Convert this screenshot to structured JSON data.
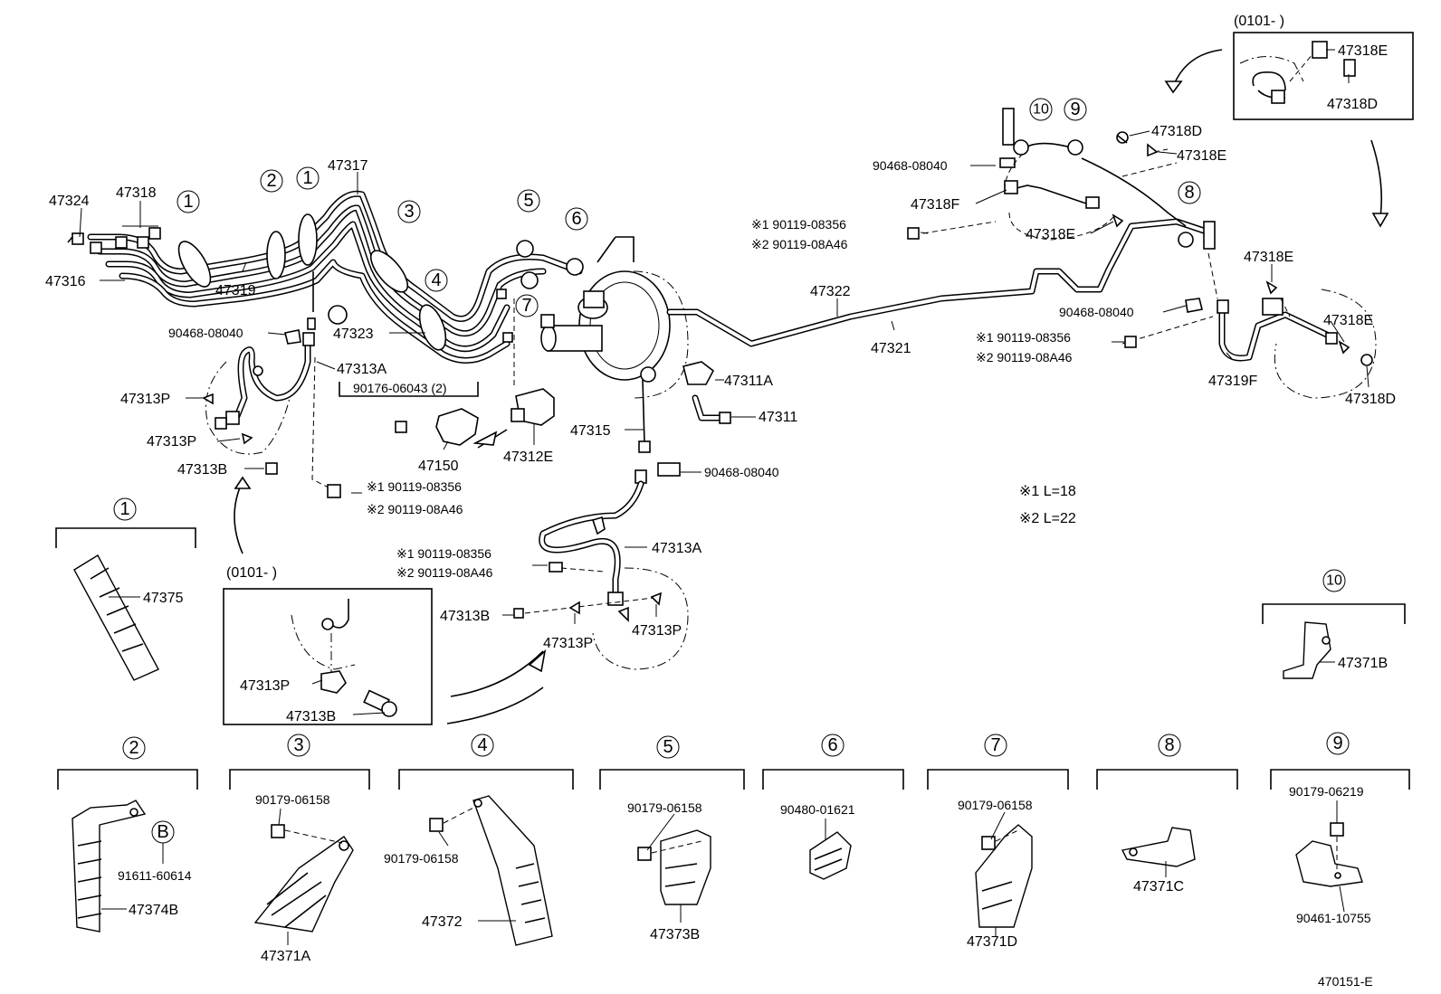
{
  "diagram_id": "470151-E",
  "part_labels": {
    "p47324": "47324",
    "p47318": "47318",
    "p47316": "47316",
    "p47319": "47319",
    "p47317": "47317",
    "p47323": "47323",
    "p47322": "47322",
    "p47321": "47321",
    "p47313A_top": "47313A",
    "p47313P_a": "47313P",
    "p47313P_b": "47313P",
    "p47313B_a": "47313B",
    "p90468_a": "90468-08040",
    "p90176": "90176-06043 (2)",
    "p47150": "47150",
    "p47312E": "47312E",
    "p47315": "47315",
    "p47311A": "47311A",
    "p47311": "47311",
    "p90468_b": "90468-08040",
    "p90119_a1": "※1 90119-08356",
    "p90119_a2": "※2 90119-08A46",
    "p90119_b1": "※1 90119-08356",
    "p90119_b2": "※2 90119-08A46",
    "p47313A_bot": "47313A",
    "p47313B_b": "47313B",
    "p47313P_c": "47313P",
    "p47313P_d": "47313P",
    "p47313P_inset": "47313P",
    "p47313B_inset": "47313B",
    "inset_left_date": "(0101-      )",
    "inset_right_date": "(0101-      )",
    "p47318E_r1": "47318E",
    "p47318D_r1": "47318D",
    "p47318D_r2": "47318D",
    "p47318E_r2": "47318E",
    "p90468_c": "90468-08040",
    "p47318F": "47318F",
    "p47318E_r3": "47318E",
    "p90119_c1": "※1 90119-08356",
    "p90119_c2": "※2 90119-08A46",
    "p47318E_r4": "47318E",
    "p90468_d": "90468-08040",
    "p47318E_r5": "47318E",
    "p90119_d1": "※1 90119-08356",
    "p90119_d2": "※2 90119-08A46",
    "p47319F": "47319F",
    "p47318D_r3": "47318D",
    "note1": "※1  L=18",
    "note2": "※2  L=22",
    "p47375": "47375",
    "p47371B": "47371B",
    "p91611": "91611-60614",
    "p47374B": "47374B",
    "p90179_3": "90179-06158",
    "p47371A": "47371A",
    "p90179_4": "90179-06158",
    "p47372": "47372",
    "p90179_5": "90179-06158",
    "p47373B": "47373B",
    "p90480": "90480-01621",
    "p90179_7": "90179-06158",
    "p47371D": "47371D",
    "p47371C": "47371C",
    "p90179_9": "90179-06219",
    "p90461": "90461-10755",
    "ref_B": "B"
  },
  "callouts": [
    "1",
    "2",
    "3",
    "4",
    "5",
    "6",
    "7",
    "8",
    "9",
    "10"
  ]
}
